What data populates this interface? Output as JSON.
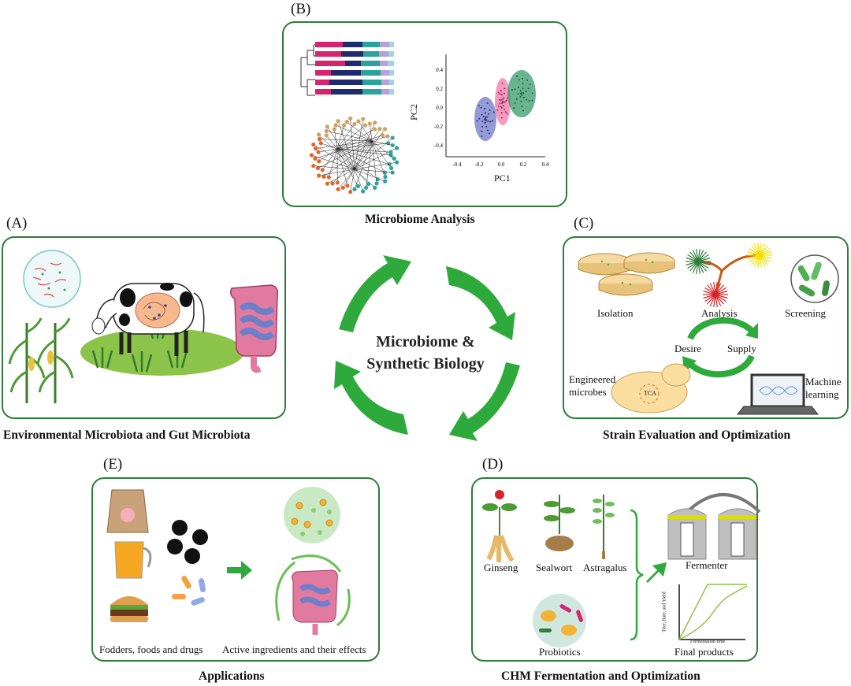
{
  "center": {
    "line1": "Microbiome &",
    "line2": "Synthetic Biology"
  },
  "panels": {
    "A": {
      "label": "(A)",
      "title": "Environmental Microbiota and Gut Microbiota"
    },
    "B": {
      "label": "(B)",
      "title": "Microbiome Analysis"
    },
    "C": {
      "label": "(C)",
      "title": "Strain Evaluation and Optimization",
      "items": {
        "isolation": "Isolation",
        "analysis": "Analysis",
        "screening": "Screening",
        "desire": "Desire",
        "supply": "Supply",
        "engineered1": "Engineered",
        "engineered2": "microbes",
        "ml1": "Machine",
        "ml2": "learning",
        "tca": "TCA"
      }
    },
    "D": {
      "label": "(D)",
      "title": "CHM Fermentation and Optimization",
      "items": {
        "ginseng": "Ginseng",
        "sealwort": "Sealwort",
        "astragalus": "Astragalus",
        "fermenter": "Fermenter",
        "probiotics": "Probiotics",
        "final": "Final products",
        "ylabel": "Titer, Rate, and Yield",
        "xlabel": "Fermentation time"
      }
    },
    "E": {
      "label": "(E)",
      "title": "Applications",
      "items": {
        "fodders": "Fodders, foods and drugs",
        "active": "Active ingredients and their effects"
      }
    }
  },
  "pca": {
    "xlabel": "PC1",
    "ylabel": "PC2",
    "xticks": [
      "-0.4",
      "-0.2",
      "0.0",
      "0.2",
      "0.4"
    ],
    "yticks": [
      "0.4",
      "0.2",
      "0.0",
      "-0.2",
      "-0.4"
    ]
  },
  "colors": {
    "border": "#2e7d3a",
    "arrow": "#2eaa3c",
    "pink": "#d6246e",
    "navy": "#1f2b6e",
    "teal": "#2aa39a",
    "lilac": "#b8a0d8",
    "sky": "#9fd3e8"
  }
}
